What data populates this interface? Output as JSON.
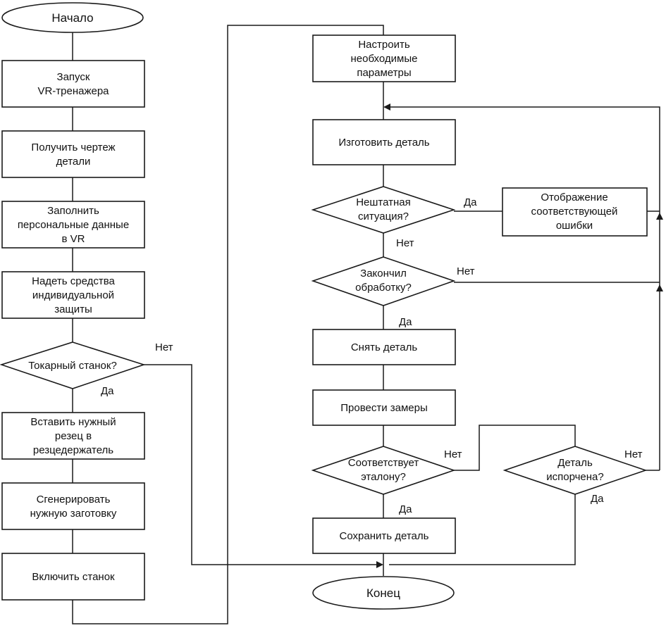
{
  "nodes": {
    "start": "Начало",
    "launch": [
      "Запуск",
      "VR-тренажера"
    ],
    "get_drawing": [
      "Получить чертеж",
      "детали"
    ],
    "fill_data": [
      "Заполнить",
      "персональные данные",
      "в VR"
    ],
    "protection": [
      "Надеть средства",
      "индивидуальной",
      "защиты"
    ],
    "lathe_q": "Токарный станок?",
    "insert_cutter": [
      "Вставить нужный",
      "резец в",
      "резцедержатель"
    ],
    "generate_blank": [
      "Сгенерировать",
      "нужную заготовку"
    ],
    "turn_on": "Включить станок",
    "configure": [
      "Настроить",
      "необходимые",
      "параметры"
    ],
    "make_part": "Изготовить деталь",
    "emergency_q": [
      "Нештатная",
      "ситуация?"
    ],
    "show_error": [
      "Отображение",
      "соответствующей",
      "ошибки"
    ],
    "finished_q": [
      "Закончил",
      "обработку?"
    ],
    "remove_part": "Снять деталь",
    "measure": "Провести замеры",
    "matches_q": [
      "Соответствует",
      "эталону?"
    ],
    "spoiled_q": [
      "Деталь",
      "испорчена?"
    ],
    "save_part": "Сохранить деталь",
    "end": "Конец"
  },
  "edge_labels": {
    "lathe_no": "Нет",
    "lathe_yes": "Да",
    "emergency_yes": "Да",
    "emergency_no": "Нет",
    "finished_no": "Нет",
    "finished_yes": "Да",
    "matches_no": "Нет",
    "matches_yes": "Да",
    "spoiled_no": "Нет",
    "spoiled_yes": "Да"
  }
}
